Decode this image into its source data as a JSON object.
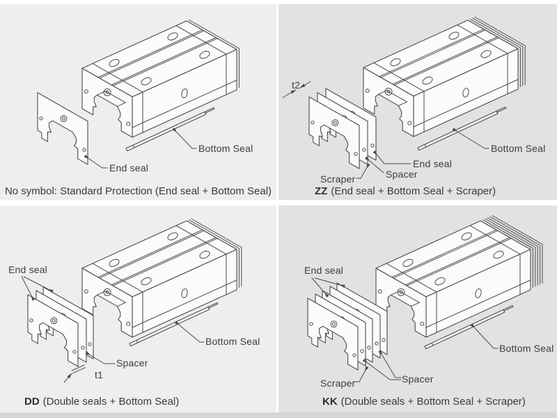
{
  "colors": {
    "page_bg": "#ffffff",
    "panel_left_bg": "#efeeec",
    "panel_right_bg": "#e3e2e0",
    "bottom_bar": "#d8d6d4",
    "line": "#4a4a4a",
    "text": "#3c3c3c"
  },
  "panels": [
    {
      "caption_code": "",
      "caption_rest": "No symbol: Standard Protection (End seal + Bottom Seal)",
      "labels": {
        "end_seal": "End seal",
        "bottom_seal": "Bottom Seal"
      }
    },
    {
      "caption_code": "ZZ",
      "caption_rest": "(End seal + Bottom Seal + Scraper)",
      "labels": {
        "t_dim": "t2",
        "scraper": "Scraper",
        "spacer": "Spacer",
        "end_seal": "End seal",
        "bottom_seal": "Bottom Seal"
      }
    },
    {
      "caption_code": "DD",
      "caption_rest": "(Double seals + Bottom Seal)",
      "labels": {
        "end_seal": "End seal",
        "spacer": "Spacer",
        "t_dim": "t1",
        "bottom_seal": "Bottom Seal"
      }
    },
    {
      "caption_code": "KK",
      "caption_rest": "(Double seals + Bottom Seal + Scraper)",
      "labels": {
        "end_seal": "End seal",
        "scraper": "Scraper",
        "spacer": "Spacer",
        "bottom_seal": "Bottom Seal"
      }
    }
  ]
}
